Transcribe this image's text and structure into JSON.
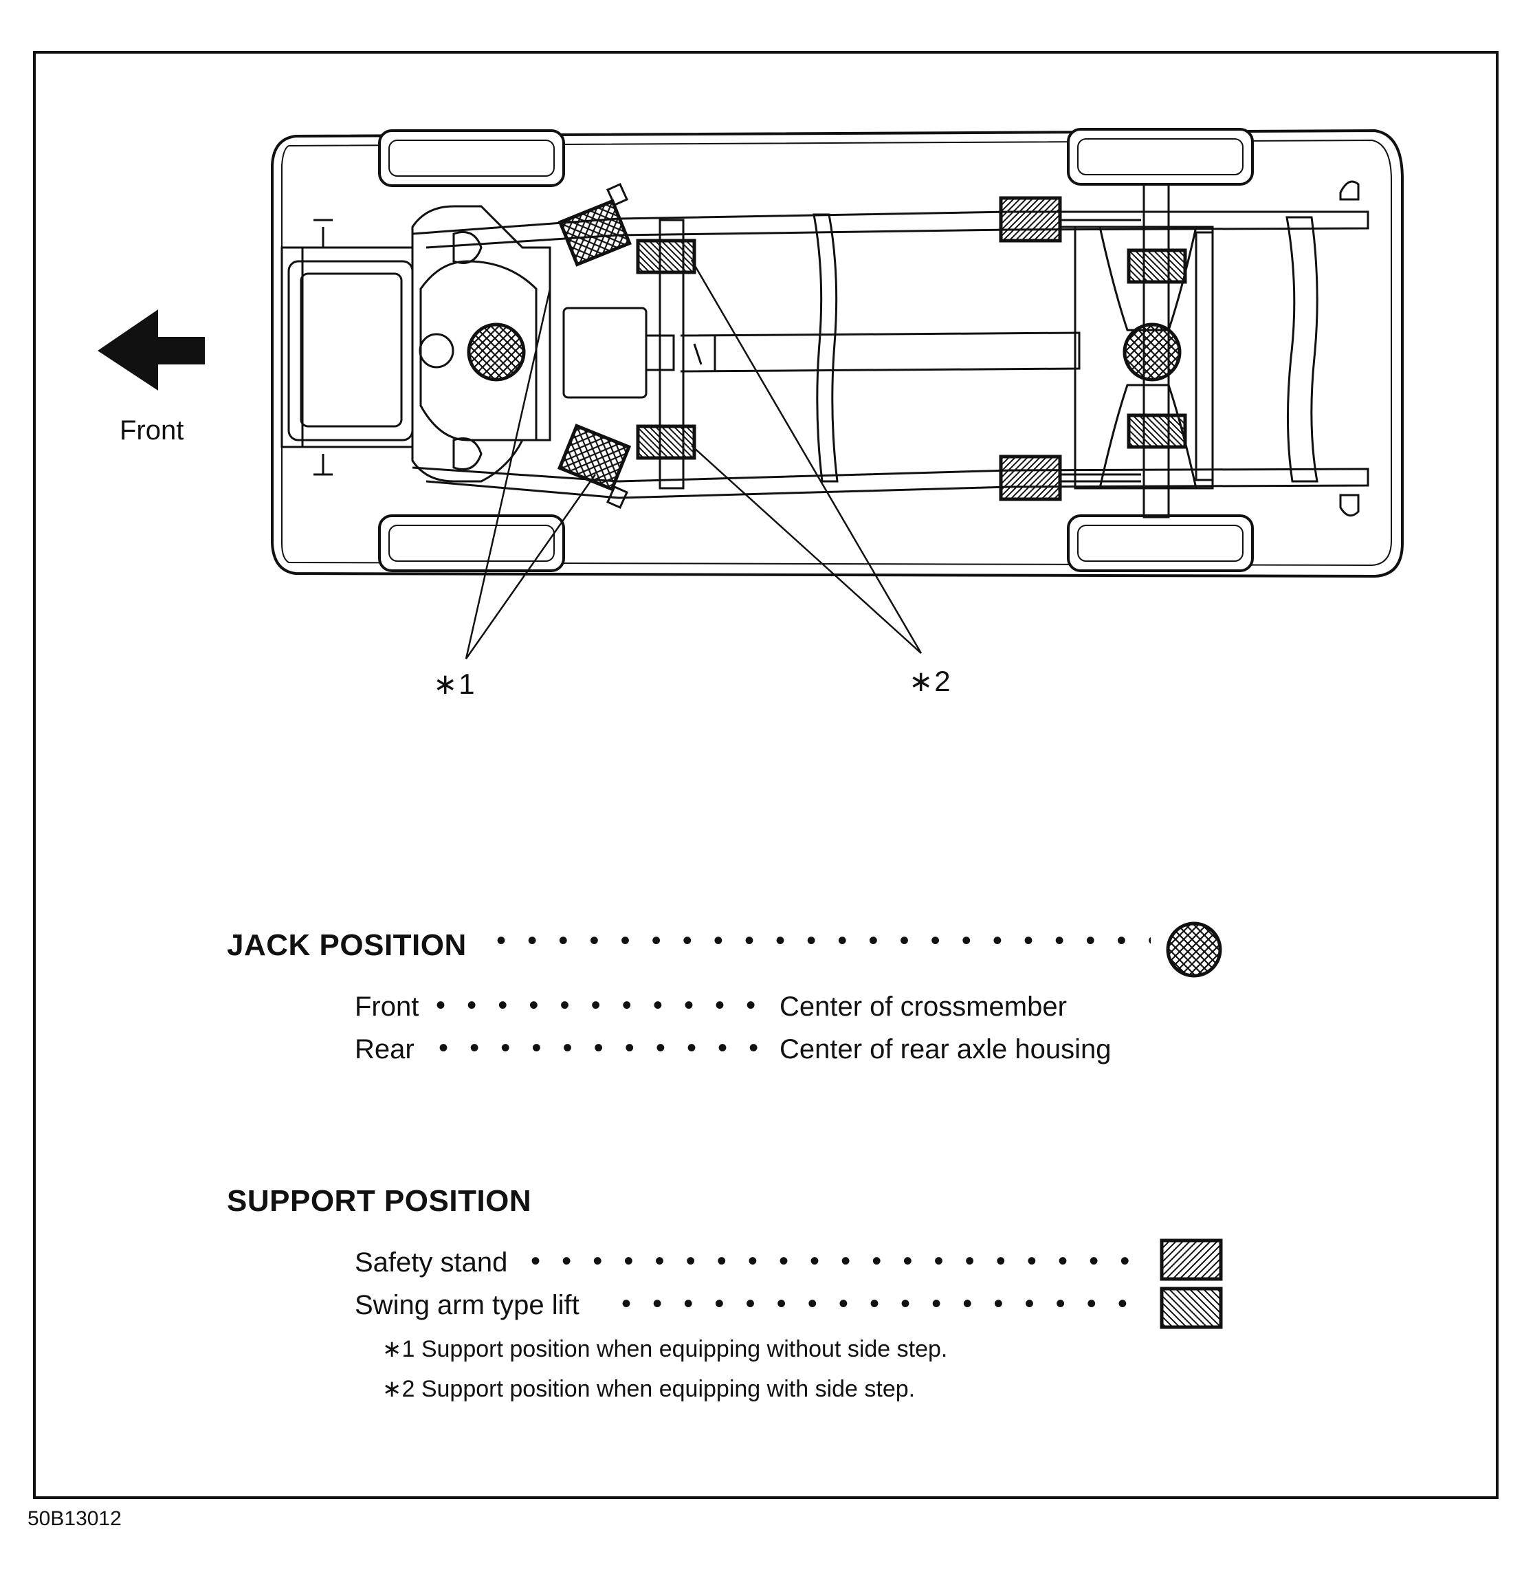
{
  "figure": {
    "direction_label": "Front",
    "callout_1": "∗1",
    "callout_2": "∗2"
  },
  "jack_position": {
    "heading": "JACK POSITION",
    "symbol": "crosshatched-circle",
    "rows": [
      {
        "label": "Front",
        "value": "Center of crossmember"
      },
      {
        "label": "Rear",
        "value": "Center of rear axle housing"
      }
    ]
  },
  "support_position": {
    "heading": "SUPPORT POSITION",
    "rows": [
      {
        "label": "Safety stand",
        "symbol": "forward-hatched-square"
      },
      {
        "label": "Swing arm type lift",
        "symbol": "back-hatched-square"
      }
    ],
    "notes": [
      "∗1 Support position when equipping without side step.",
      "∗2 Support position when equipping with side step."
    ]
  },
  "figure_code": "50B13012",
  "colors": {
    "ink": "#111111",
    "paper": "#ffffff"
  }
}
